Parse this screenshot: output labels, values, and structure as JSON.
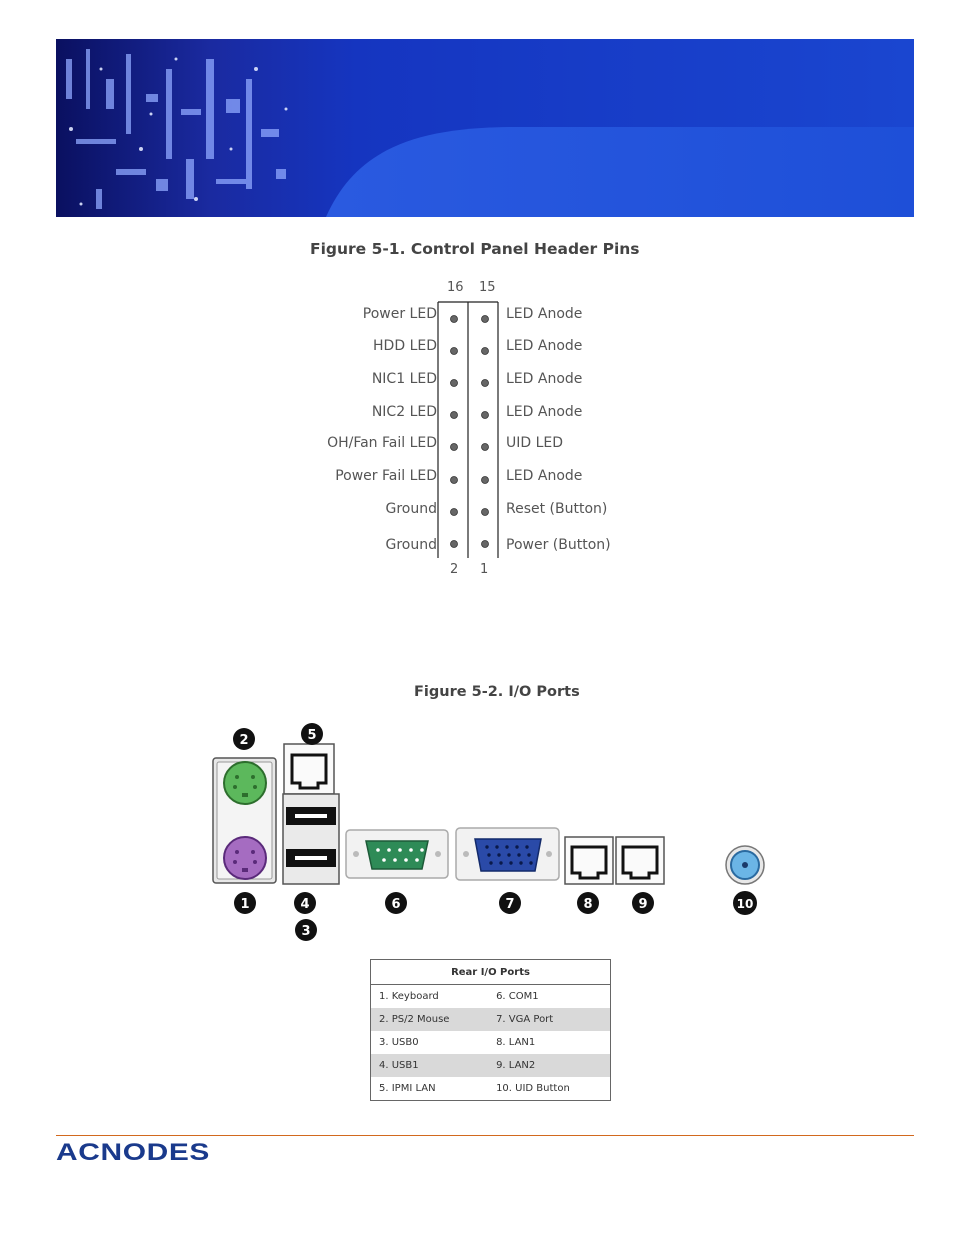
{
  "figure1": {
    "title": "Figure 5-1. Control Panel Header Pins",
    "top_numbers": [
      "16",
      "15"
    ],
    "bottom_numbers": [
      "2",
      "1"
    ],
    "rows": [
      {
        "left": "Power LED",
        "right": "LED Anode"
      },
      {
        "left": "HDD LED",
        "right": "LED Anode"
      },
      {
        "left": "NIC1 LED",
        "right": "LED Anode"
      },
      {
        "left": "NIC2 LED",
        "right": "LED Anode"
      },
      {
        "left": "OH/Fan Fail LED",
        "right": "UID LED"
      },
      {
        "left": "Power Fail LED",
        "right": "LED Anode"
      },
      {
        "left": "Ground",
        "right": "Reset (Button)"
      },
      {
        "left": "Ground",
        "right": "Power (Button)"
      }
    ]
  },
  "figure2": {
    "title": "Figure 5-2. I/O Ports",
    "callouts": [
      "1",
      "2",
      "3",
      "4",
      "5",
      "6",
      "7",
      "8",
      "9",
      "10"
    ]
  },
  "table": {
    "header": "Rear I/O Ports",
    "rows": [
      [
        "1. Keyboard",
        "6. COM1"
      ],
      [
        "2. PS/2 Mouse",
        "7. VGA Port"
      ],
      [
        "3. USB0",
        "8. LAN1"
      ],
      [
        "4. USB1",
        "9. LAN2"
      ],
      [
        "5. IPMI LAN",
        "10. UID Button"
      ]
    ]
  },
  "footer": {
    "logo": "ACNODES",
    "rule_color": "#d2691e",
    "logo_color": "#1a3a8c"
  }
}
